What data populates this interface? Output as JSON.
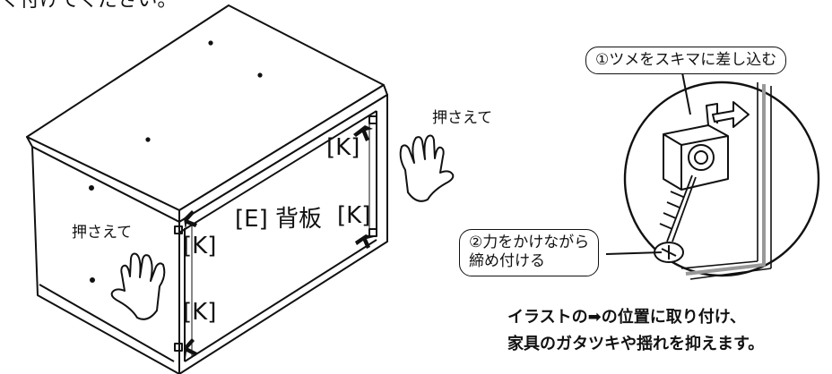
{
  "header_text": "く付けてください。",
  "labels": {
    "push_right": "押さえて",
    "push_left": "押さえて",
    "k_top_right": "[K]",
    "k_mid_left": "[K]",
    "k_mid_right": "[K]",
    "k_bottom_left": "[K]",
    "e_back_panel": "[E] 背板"
  },
  "callouts": {
    "step1": "①ツメをスキマに差し込む",
    "step2_line1": "②力をかけながら",
    "step2_line2": "締め付ける"
  },
  "instruction": {
    "line1": "イラストの➡の位置に取り付け、",
    "line2": "家具のガタツキや揺れを抑えます。"
  }
}
